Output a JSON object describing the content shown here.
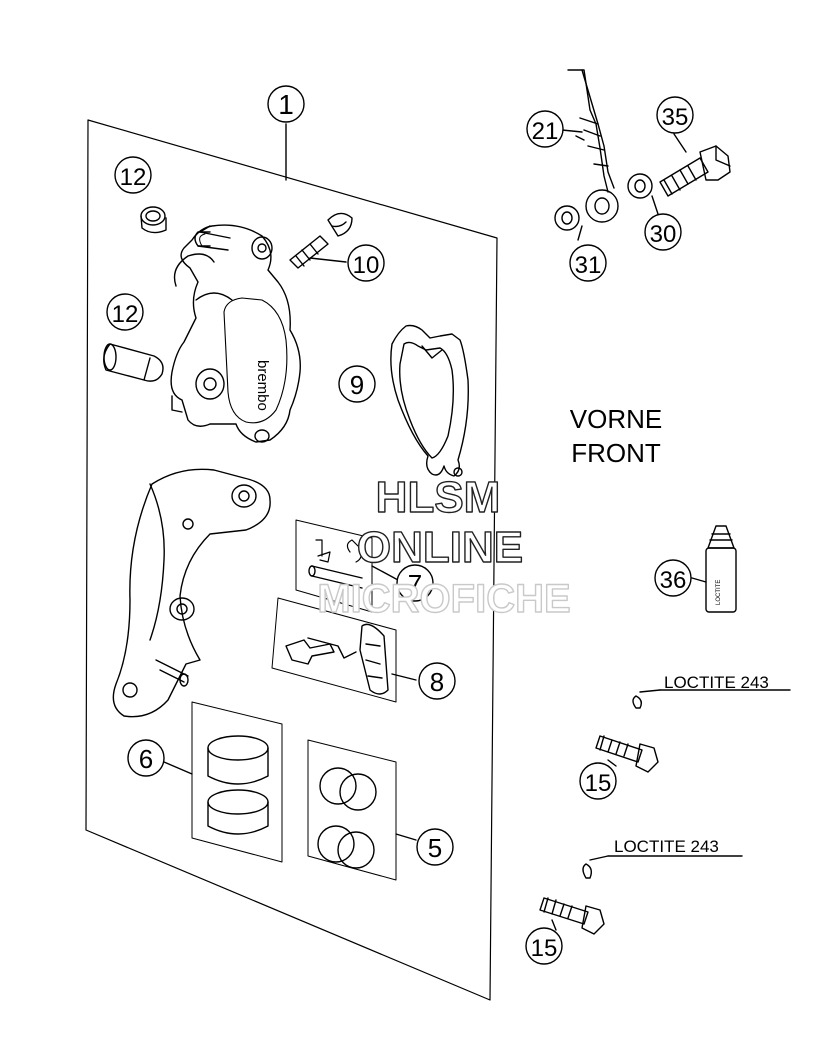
{
  "callouts": {
    "c1": "1",
    "c12a": "12",
    "c12b": "12",
    "c10": "10",
    "c9": "9",
    "c7": "7",
    "c8": "8",
    "c6": "6",
    "c5": "5",
    "c21": "21",
    "c35": "35",
    "c30": "30",
    "c31": "31",
    "c36": "36",
    "c15a": "15",
    "c15b": "15"
  },
  "labels": {
    "vorne": "VORNE",
    "front": "FRONT",
    "loctite_a": "LOCTITE 243",
    "loctite_b": "LOCTITE 243",
    "caliper_brand": "brembo",
    "tube_label": "LOCTITE"
  },
  "watermark": {
    "line1": "HLSM",
    "line2": "ONLINE",
    "line3": "MICROFICHE"
  }
}
